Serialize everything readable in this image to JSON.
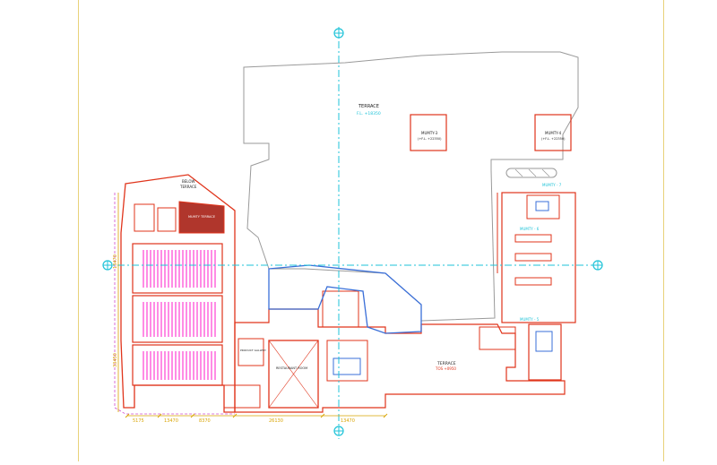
{
  "drawing": {
    "colors": {
      "outline": "#9a9a9a",
      "wall": "#e0341b",
      "axis": "#1ec3d8",
      "dimension": "#d9a400",
      "seating": "#ff2fcf",
      "mumty_fill": "#b0362c",
      "label": "#222222",
      "blue_zone": "#3a6fd8",
      "sheet_border": "#e8d27a"
    },
    "labels": {
      "terrace": "TERRACE",
      "terrace_fl": "F.L. +18350",
      "mumty3_title": "MUMTY-3",
      "mumty3_level": "(+F.L. +22350)",
      "mumty4_title": "MUMTY-4",
      "mumty4_level": "(+F.L. +22350)",
      "below_terrace_1": "BELOW",
      "below_terrace_2": "TERRACE",
      "mumty_terrace": "MUMTY TERRACE",
      "mumty7": "MUMTY - 7",
      "mumty6": "MUMTY - 6",
      "mumty5": "MUMTY - 5",
      "terrace_lower": "TERRACE",
      "terrace_lower_fl": "TOS +0950",
      "restaurant_room": "RESTAURANT ROOM",
      "product_gallery": "PRODUCT GALLERY",
      "dim_bottom_1": "5175",
      "dim_bottom_2": "13470",
      "dim_bottom_3": "8370",
      "dim_bottom_4": "26130",
      "dim_bottom_5": "13470",
      "dim_left": "33450",
      "dim_left_2": "13470"
    }
  }
}
